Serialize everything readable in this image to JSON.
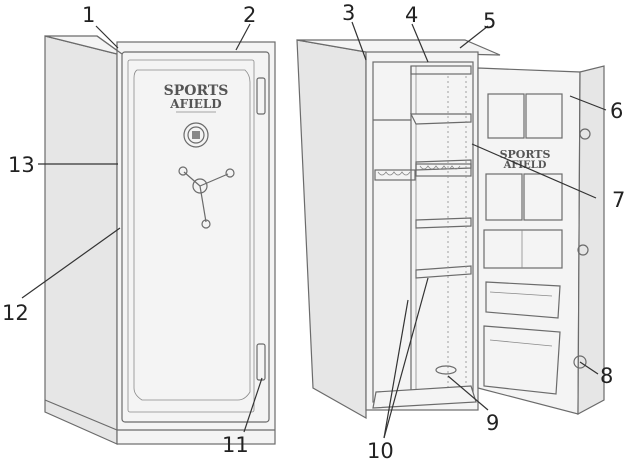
{
  "callouts": {
    "c1": "1",
    "c2": "2",
    "c3": "3",
    "c4": "4",
    "c5": "5",
    "c6": "6",
    "c7": "7",
    "c8": "8",
    "c9": "9",
    "c10": "10",
    "c11": "11",
    "c12": "12",
    "c13": "13"
  },
  "logo_door": {
    "line1": "SPORTS",
    "line2": "AFIELD"
  },
  "logo_inner_door": {
    "line1": "SPORTS",
    "line2": "AFIELD"
  }
}
